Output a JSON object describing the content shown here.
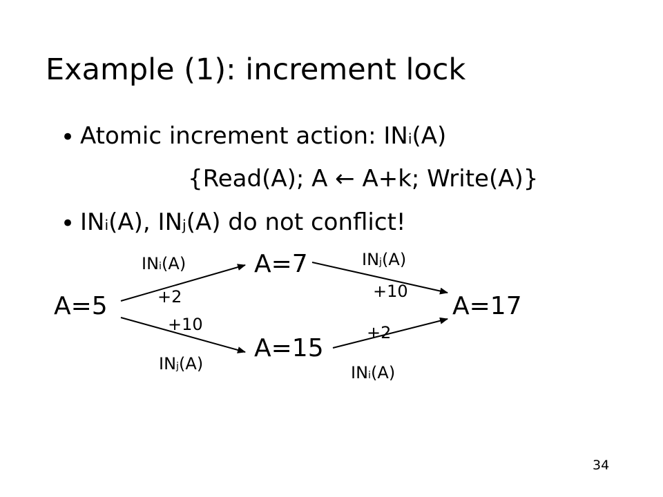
{
  "slide": {
    "title": "Example (1): increment lock",
    "bullet1": {
      "text": "Atomic increment action: IN",
      "sub": "i",
      "suffix": "(A)"
    },
    "bullet1_continuation": "{Read(A); A ← A+k; Write(A)}",
    "bullet2": {
      "a": "IN",
      "a_sub": "i",
      "a_suffix": "(A), ",
      "b": "IN",
      "b_sub": "j",
      "b_suffix": "(A) do not conflict!"
    },
    "page_number": "34"
  },
  "diagram": {
    "states": {
      "start": "A=5",
      "top": "A=7",
      "bottom": "A=15",
      "end": "A=17"
    },
    "labels": {
      "start_top_op": {
        "text": "IN",
        "sub": "i",
        "suffix": "(A)"
      },
      "start_top_delta": "+2",
      "start_bottom_delta": "+10",
      "start_bottom_op": {
        "text": "IN",
        "sub": "j",
        "suffix": "(A)"
      },
      "top_end_op": {
        "text": "IN",
        "sub": "j",
        "suffix": "(A)"
      },
      "top_end_delta": "+10",
      "bottom_end_delta": "+2",
      "bottom_end_op": {
        "text": "IN",
        "sub": "i",
        "suffix": "(A)"
      }
    }
  }
}
